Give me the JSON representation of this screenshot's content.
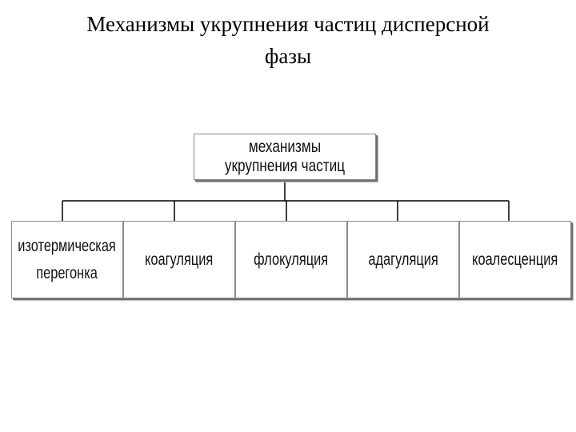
{
  "slide": {
    "title_line1": "Механизмы укрупнения частиц дисперсной",
    "title_line2": "фазы"
  },
  "diagram": {
    "root": {
      "label": "механизмы укрупнения частиц"
    },
    "children": [
      {
        "label": "изотермическая\nперегонка"
      },
      {
        "label": "коагуляция"
      },
      {
        "label": "флокуляция"
      },
      {
        "label": "адагуляция"
      },
      {
        "label": "коалесценция"
      }
    ]
  },
  "colors": {
    "connector": "#000000",
    "box_border": "#8a8a8a",
    "box_shadow": "#6e6e6e"
  }
}
